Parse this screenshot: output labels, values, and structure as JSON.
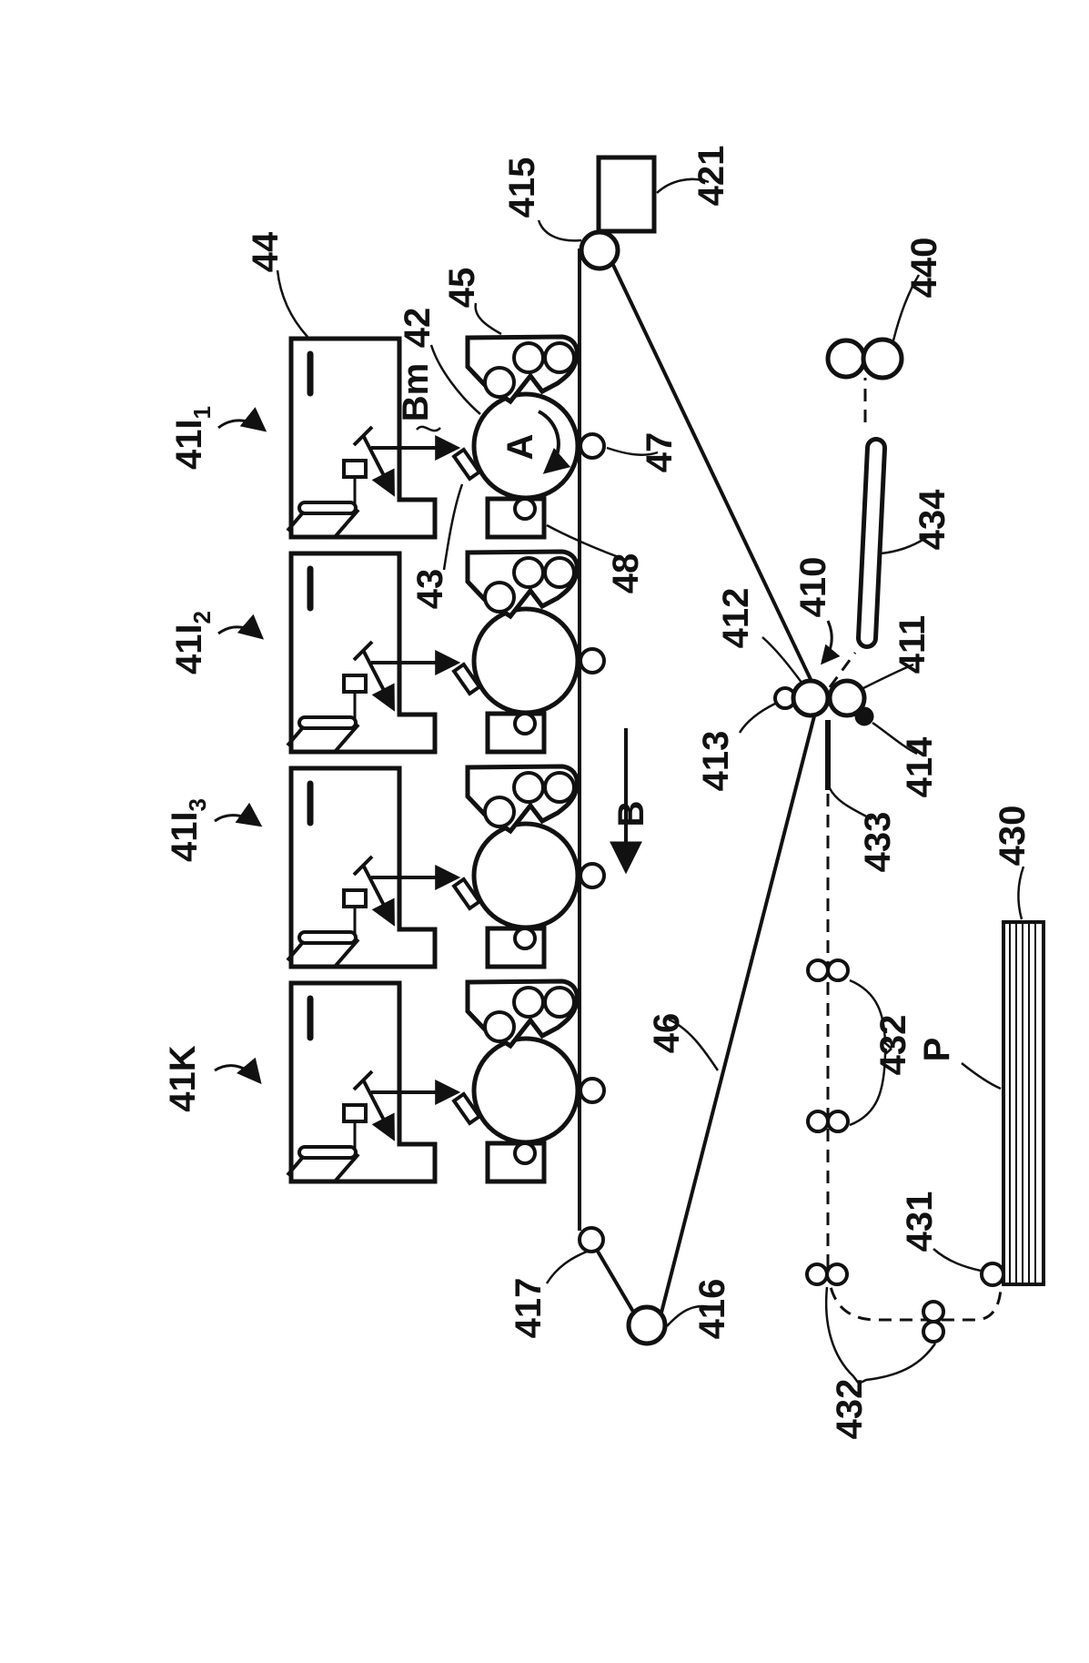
{
  "figure_labels": {
    "stations": [
      {
        "main": "41I",
        "sub": "1"
      },
      {
        "main": "41I",
        "sub": "2"
      },
      {
        "main": "41I",
        "sub": "3"
      },
      {
        "main": "41K",
        "sub": ""
      }
    ],
    "laser_unit": "44",
    "developing_unit": "45",
    "photoreceptor_drum": "42",
    "laser_beam": "Bm",
    "charger": "43",
    "drum_rotation": "A",
    "primary_transfer_roller": "47",
    "drum_cleaner": "48",
    "belt_top_roller": "415",
    "belt_cleaner_box": "421",
    "belt": "46",
    "belt_direction": "B",
    "belt_bottom_roller": "417",
    "belt_drive_roller": "416",
    "secondary_transfer_section": "410",
    "backup_roller": "412",
    "pre_nip_roller": "413",
    "secondary_transfer_roller": "411",
    "detach_member": "414",
    "entry_guide": "433",
    "exit_guide": "434",
    "fixing_rollers": "440",
    "paper_tray": "430",
    "pickup_roller": "431",
    "transport_rollers_mid": "432",
    "transport_rollers_bottom": "432",
    "paper_stack": "P"
  },
  "colors": {
    "line": "#111111",
    "background": "#ffffff",
    "fill_dot": "#111111"
  }
}
